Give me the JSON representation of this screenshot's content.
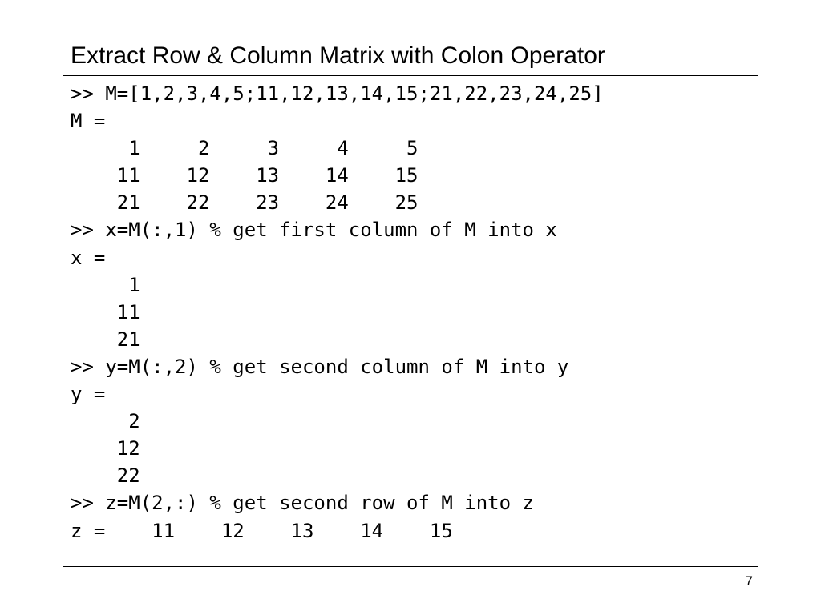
{
  "slide": {
    "title": "Extract Row & Column Matrix with Colon Operator",
    "page_number": "7"
  },
  "code": {
    "lines": [
      ">> M=[1,2,3,4,5;11,12,13,14,15;21,22,23,24,25]",
      "M =",
      "     1     2     3     4     5",
      "    11    12    13    14    15",
      "    21    22    23    24    25",
      ">> x=M(:,1) % get first column of M into x",
      "x =",
      "     1",
      "    11",
      "    21",
      ">> y=M(:,2) % get second column of M into y",
      "y =",
      "     2",
      "    12",
      "    22",
      ">> z=M(2,:) % get second row of M into z",
      "z =    11    12    13    14    15"
    ]
  }
}
